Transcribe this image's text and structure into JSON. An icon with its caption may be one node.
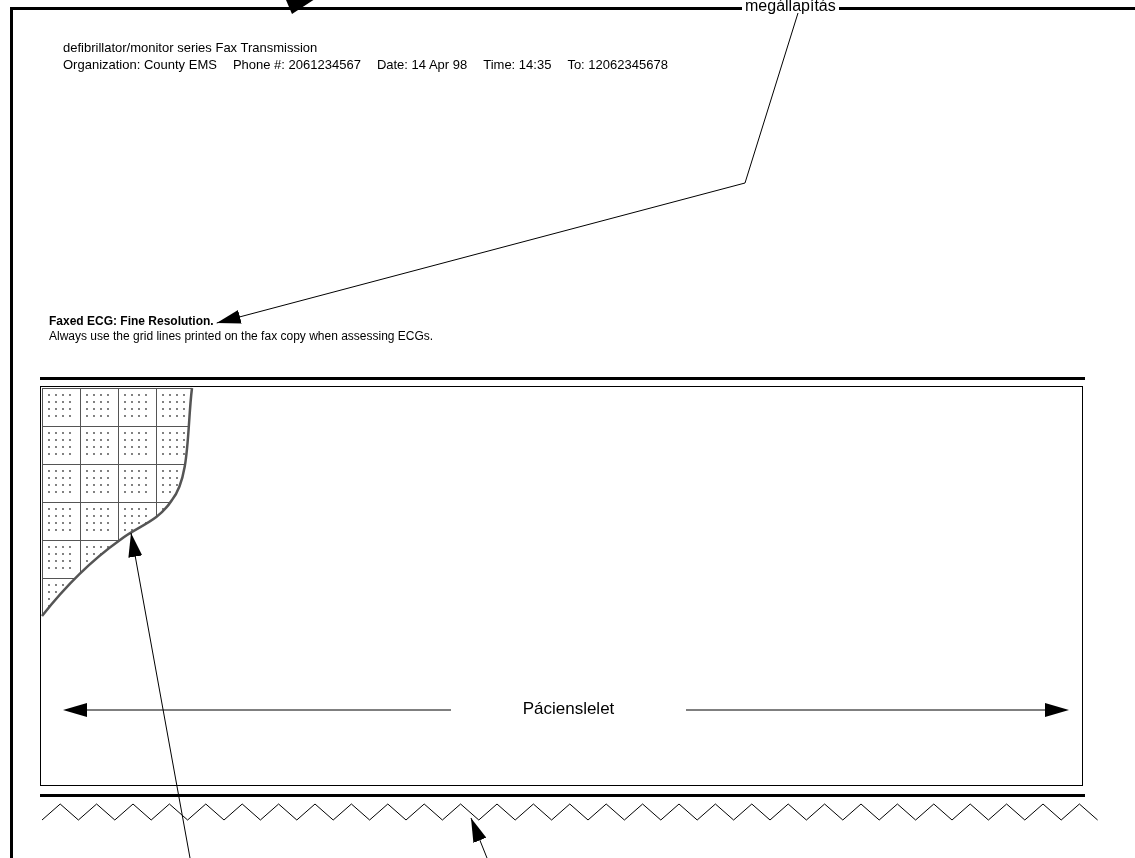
{
  "diagram": {
    "nodes": [
      {
        "text": [
          "defibrillator/monitor series Fax Transmission",
          "Organization: County EMS",
          "Phone #: 2061234567",
          "Date: 14 Apr 98",
          "Time: 14:35",
          "To: 12062345678"
        ]
      },
      {
        "text": [
          "megállapítás"
        ]
      },
      {
        "text": [
          "Faxed ECG:  Fine Resolution.",
          "Always use the grid lines printed on the fax copy when assessing ECGs."
        ]
      },
      {
        "text": [
          "Pácienslelet"
        ]
      },
      {
        "text": [],
        "shape": "box",
        "in": 3
      },
      {
        "text": [],
        "shape": "picture"
      }
    ],
    "edges": [
      {
        "from": 1,
        "to": 2,
        "arrow": "to"
      },
      {
        "from": null,
        "to": 4,
        "arrow": "to"
      },
      {
        "from": null,
        "to": 5,
        "arrow": "to"
      }
    ]
  }
}
